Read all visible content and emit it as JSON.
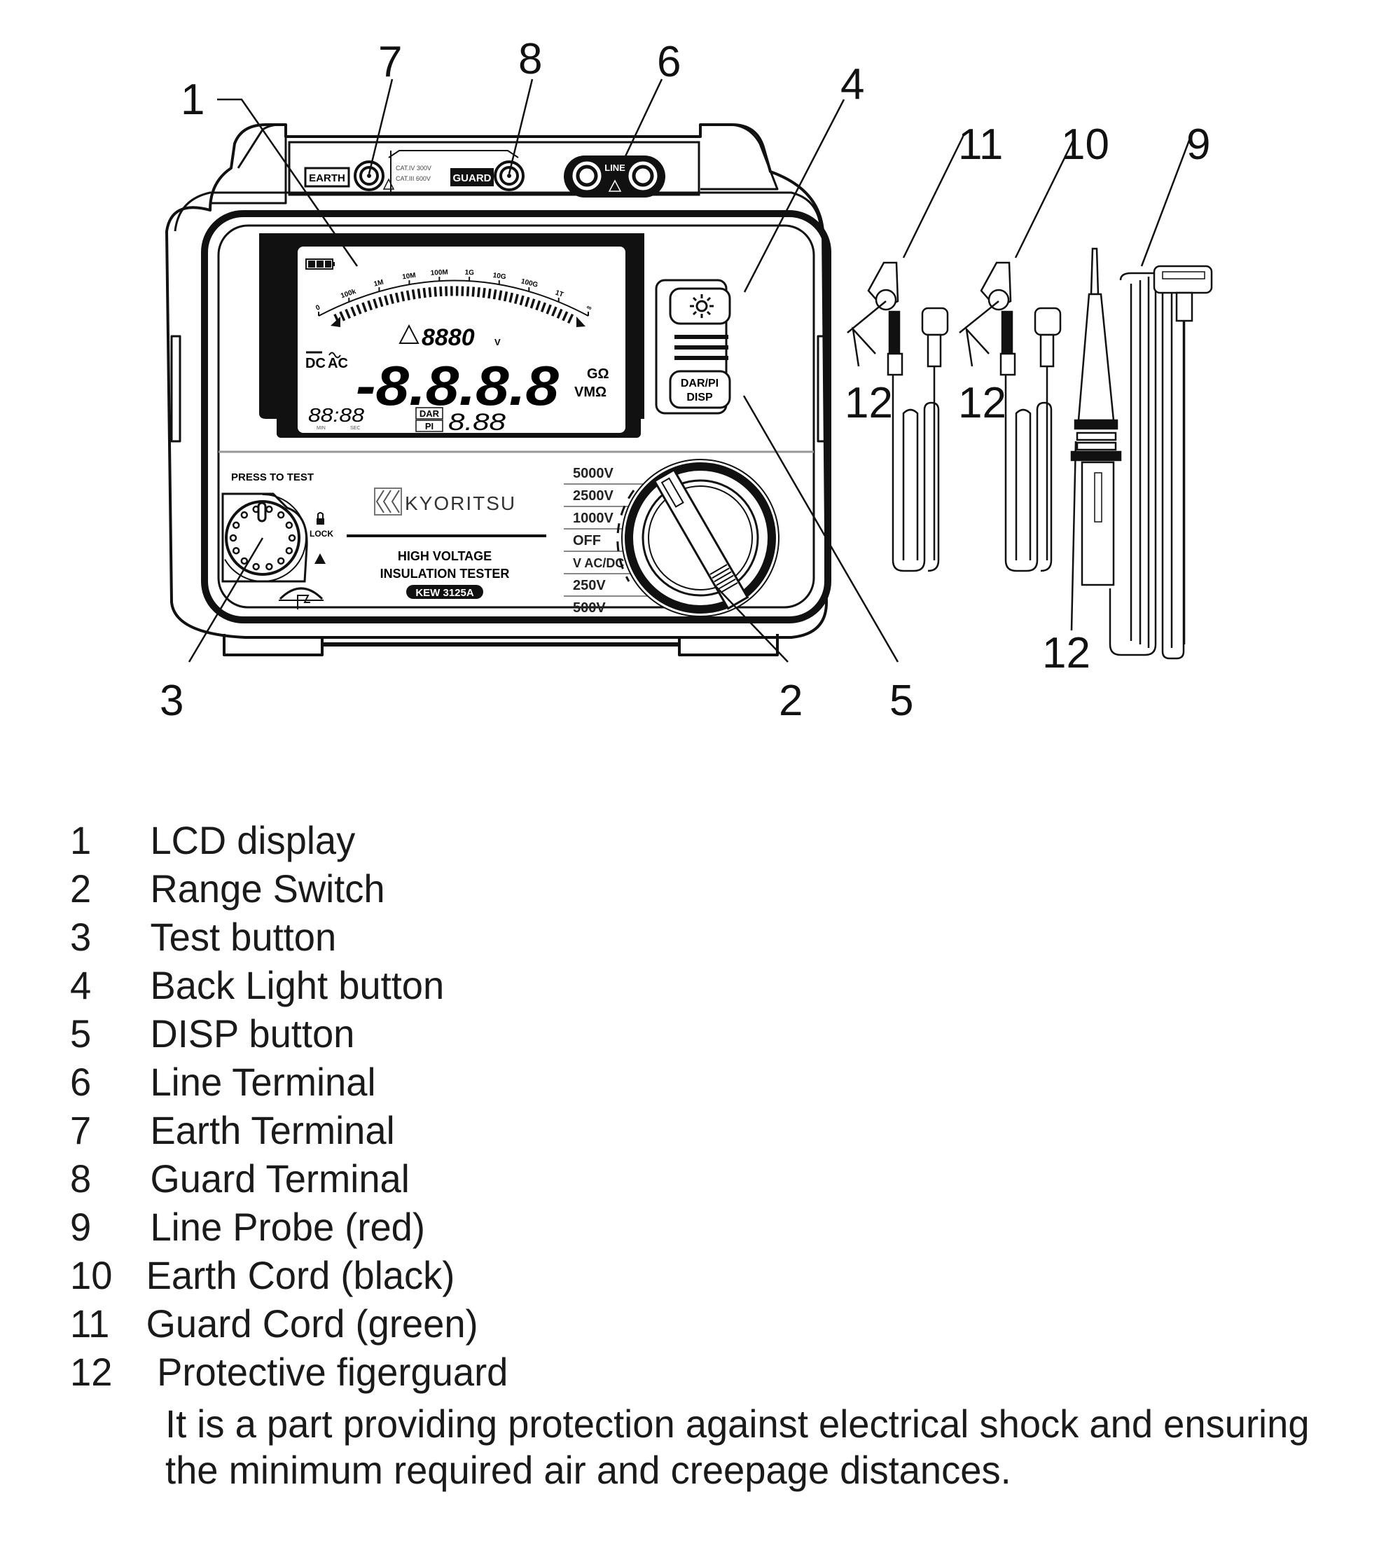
{
  "device": {
    "terminals": {
      "earth_label": "EARTH",
      "guard_label": "GUARD",
      "line_label": "LINE",
      "cat_line1": "CAT.IV 300V",
      "cat_line2": "CAT.III 600V"
    },
    "lcd": {
      "scale_ticks": [
        "0",
        "100k",
        "1M",
        "10M",
        "100M",
        "1G",
        "10G",
        "100G",
        "1T",
        "∞"
      ],
      "voltage_digits": "8880",
      "voltage_unit": "V",
      "dc_label": "DC",
      "ac_label": "AC",
      "main_digits": "-8.8.8.8",
      "unit_top": "GΩ",
      "unit_bottom": "VMΩ",
      "timer_digits": "88:88",
      "timer_min": "MIN",
      "timer_sec": "SEC",
      "dar_label": "DAR",
      "pi_label": "PI",
      "ratio_digits": "8.88"
    },
    "backlight_icon": "sun-icon",
    "disp_button_line1": "DAR/PI",
    "disp_button_line2": "DISP",
    "press_to_test": "PRESS TO TEST",
    "lock_label": "LOCK",
    "brand": "KYORITSU",
    "product_line1": "HIGH VOLTAGE",
    "product_line2": "INSULATION TESTER",
    "model": "KEW 3125A",
    "range_positions": [
      "5000V",
      "2500V",
      "1000V",
      "OFF",
      "V AC/DC",
      "250V",
      "500V"
    ]
  },
  "callouts": {
    "c1": "1",
    "c2": "2",
    "c3": "3",
    "c4": "4",
    "c5": "5",
    "c6": "6",
    "c7": "7",
    "c8": "8",
    "c9": "9",
    "c10": "10",
    "c11": "11",
    "c12a": "12",
    "c12b": "12",
    "c12c": "12"
  },
  "legend": {
    "items": [
      {
        "num": "1",
        "label": "LCD display"
      },
      {
        "num": "2",
        "label": "Range Switch"
      },
      {
        "num": "3",
        "label": "Test button"
      },
      {
        "num": "4",
        "label": "Back Light button"
      },
      {
        "num": "5",
        "label": "DISP button"
      },
      {
        "num": "6",
        "label": "Line Terminal"
      },
      {
        "num": "7",
        "label": "Earth Terminal"
      },
      {
        "num": "8",
        "label": "Guard Terminal"
      },
      {
        "num": "9",
        "label": "Line Probe (red)"
      },
      {
        "num": "10",
        "label": "Earth Cord (black)"
      },
      {
        "num": "11",
        "label": "Guard Cord (green)"
      },
      {
        "num": "12",
        "label": "Protective figerguard"
      }
    ],
    "description": "It is a part providing protection against electrical shock and ensuring the minimum required air and creepage distances."
  }
}
